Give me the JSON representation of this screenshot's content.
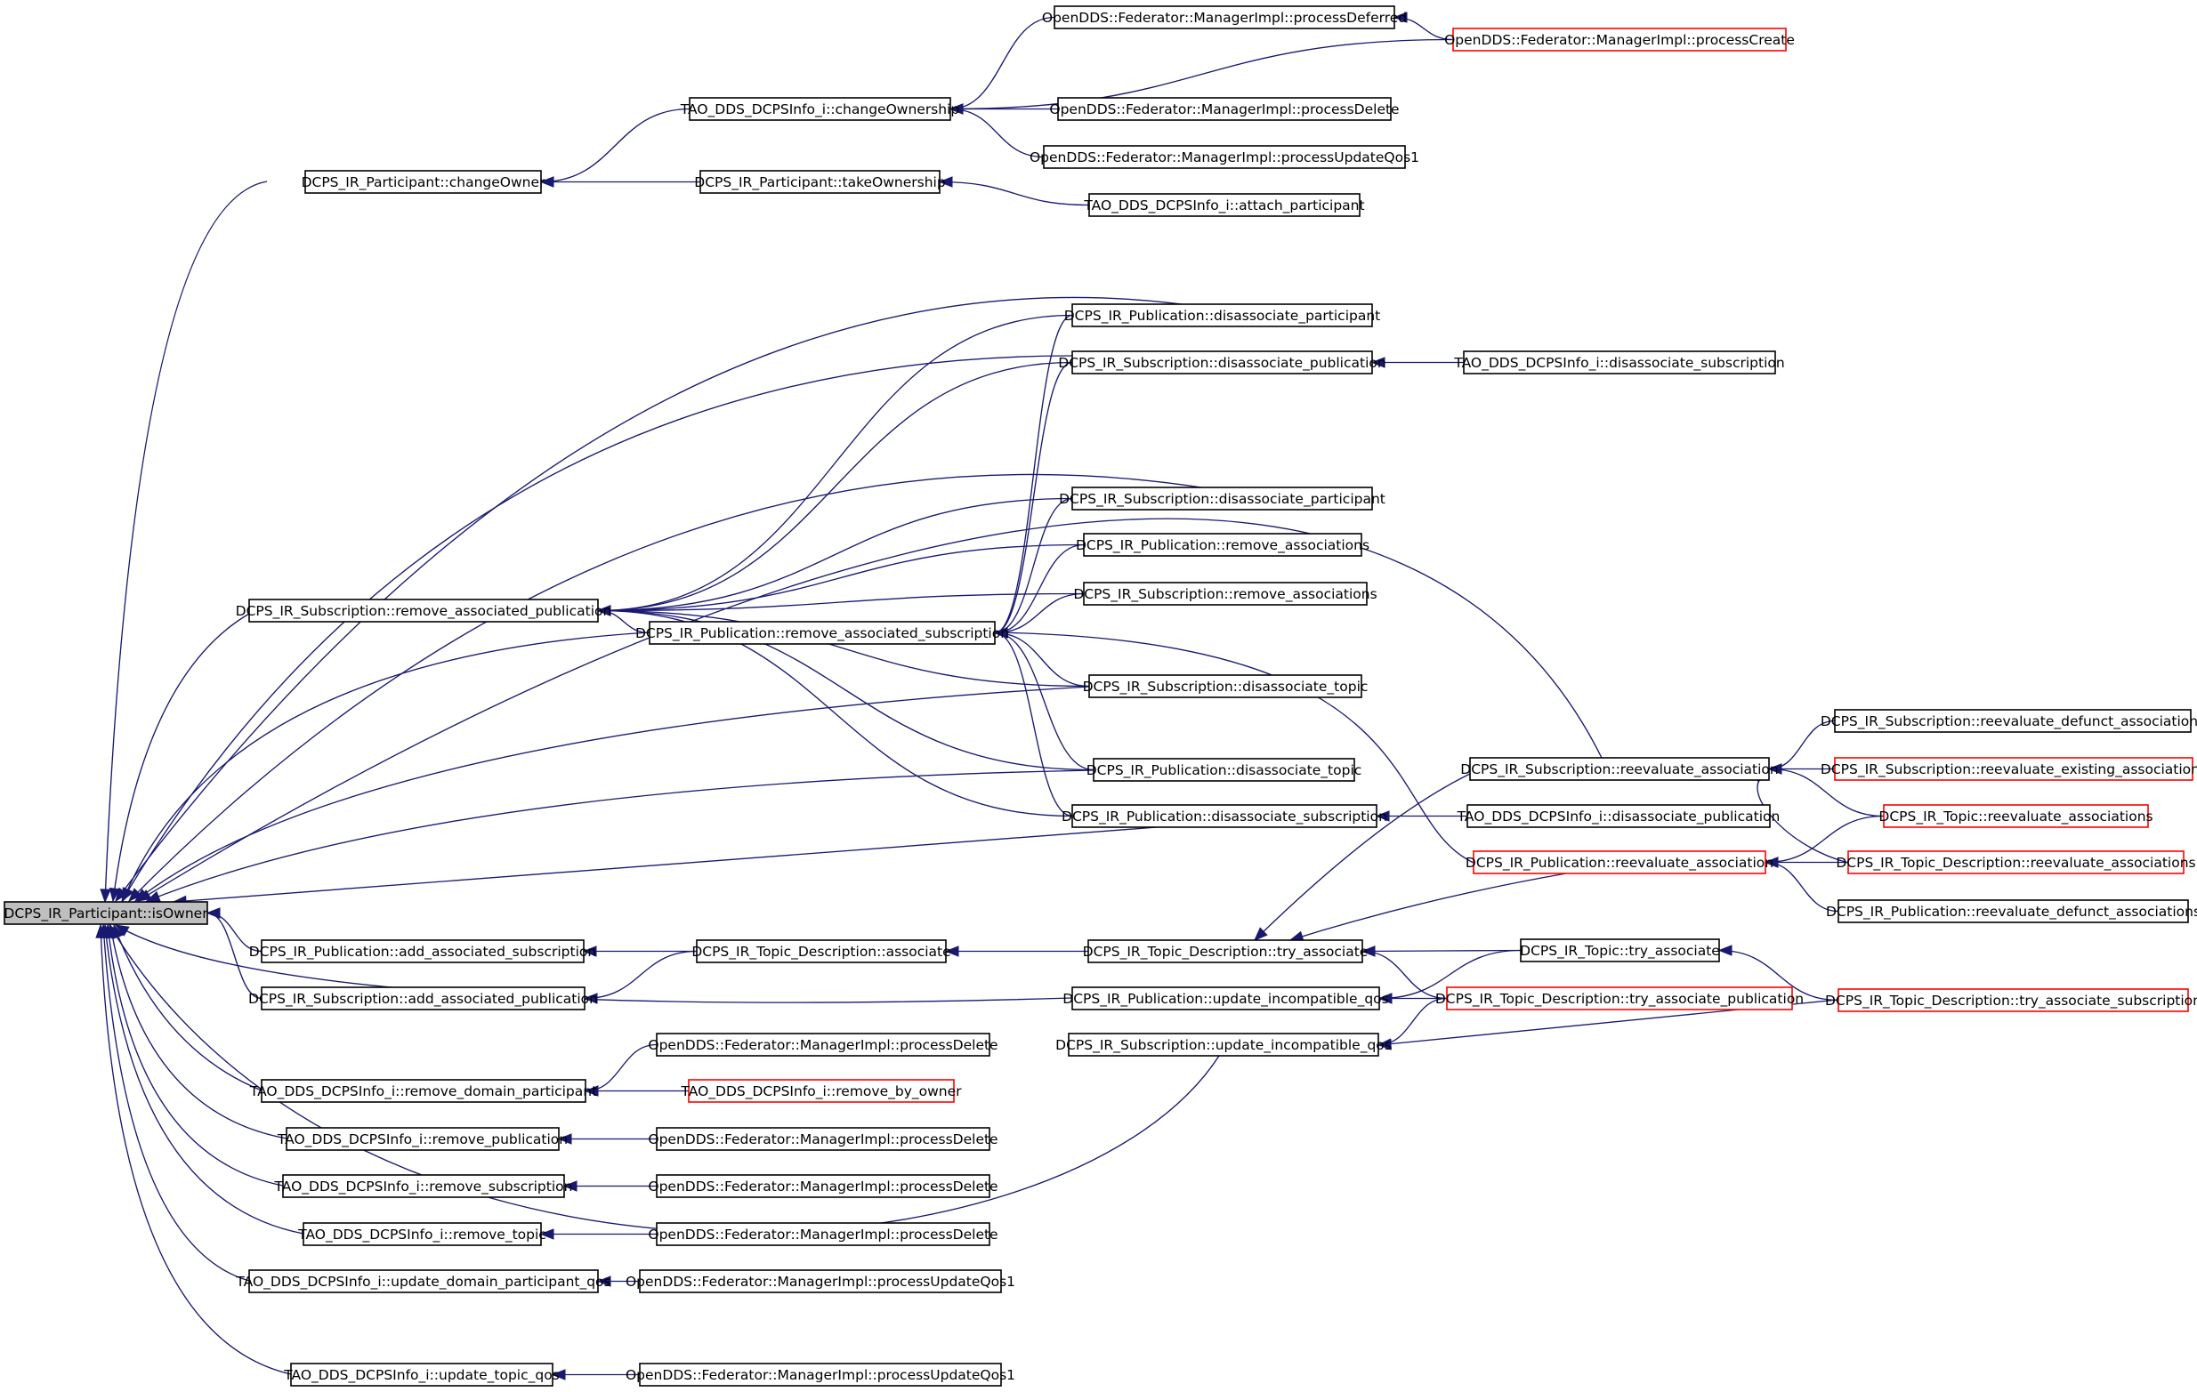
{
  "colors": {
    "edge": "#191970",
    "normal_border": "#000000",
    "truncated_border": "#ff0000",
    "root_fill": "#bfbfbf",
    "node_fill": "#ffffff"
  },
  "graph": {
    "root": "isOwner",
    "nodes": [
      {
        "id": "isOwner",
        "label": "DCPS_IR_Participant::isOwner",
        "style": "root"
      },
      {
        "id": "changeOwner",
        "label": "DCPS_IR_Participant::changeOwner",
        "style": "normal"
      },
      {
        "id": "changeOwnership",
        "label": "TAO_DDS_DCPSInfo_i::changeOwnership",
        "style": "normal"
      },
      {
        "id": "procDeferred",
        "label": "OpenDDS::Federator::ManagerImpl::processDeferred",
        "style": "normal"
      },
      {
        "id": "procCreate",
        "label": "OpenDDS::Federator::ManagerImpl::processCreate",
        "style": "truncated"
      },
      {
        "id": "procDelete1",
        "label": "OpenDDS::Federator::ManagerImpl::processDelete",
        "style": "normal"
      },
      {
        "id": "procUpdQos1a",
        "label": "OpenDDS::Federator::ManagerImpl::processUpdateQos1",
        "style": "normal"
      },
      {
        "id": "takeOwnership",
        "label": "DCPS_IR_Participant::takeOwnership",
        "style": "normal"
      },
      {
        "id": "attachPart",
        "label": "TAO_DDS_DCPSInfo_i::attach_participant",
        "style": "normal"
      },
      {
        "id": "pubDisPart",
        "label": "DCPS_IR_Publication::disassociate_participant",
        "style": "normal"
      },
      {
        "id": "subDisPub",
        "label": "DCPS_IR_Subscription::disassociate_publication",
        "style": "normal"
      },
      {
        "id": "taoDisSub",
        "label": "TAO_DDS_DCPSInfo_i::disassociate_subscription",
        "style": "normal"
      },
      {
        "id": "subDisPart",
        "label": "DCPS_IR_Subscription::disassociate_participant",
        "style": "normal"
      },
      {
        "id": "pubRemAssoc",
        "label": "DCPS_IR_Publication::remove_associations",
        "style": "normal"
      },
      {
        "id": "subRemAssoc",
        "label": "DCPS_IR_Subscription::remove_associations",
        "style": "normal"
      },
      {
        "id": "subRemAssocPub",
        "label": "DCPS_IR_Subscription::remove_associated_publication",
        "style": "normal"
      },
      {
        "id": "pubRemAssocSub",
        "label": "DCPS_IR_Publication::remove_associated_subscription",
        "style": "normal"
      },
      {
        "id": "subDisTopic",
        "label": "DCPS_IR_Subscription::disassociate_topic",
        "style": "normal"
      },
      {
        "id": "pubDisTopic",
        "label": "DCPS_IR_Publication::disassociate_topic",
        "style": "normal"
      },
      {
        "id": "pubDisSub",
        "label": "DCPS_IR_Publication::disassociate_subscription",
        "style": "normal"
      },
      {
        "id": "taoDisPub",
        "label": "TAO_DDS_DCPSInfo_i::disassociate_publication",
        "style": "normal"
      },
      {
        "id": "subReevalAssoc",
        "label": "DCPS_IR_Subscription::reevaluate_association",
        "style": "normal"
      },
      {
        "id": "subReevalDefunct",
        "label": "DCPS_IR_Subscription::reevaluate_defunct_associations",
        "style": "normal"
      },
      {
        "id": "subReevalExisting",
        "label": "DCPS_IR_Subscription::reevaluate_existing_associations",
        "style": "truncated"
      },
      {
        "id": "topicReeval",
        "label": "DCPS_IR_Topic::reevaluate_associations",
        "style": "truncated"
      },
      {
        "id": "pubReevalAssoc",
        "label": "DCPS_IR_Publication::reevaluate_association",
        "style": "truncated"
      },
      {
        "id": "topicDescReeval",
        "label": "DCPS_IR_Topic_Description::reevaluate_associations",
        "style": "truncated"
      },
      {
        "id": "pubReevalDefunct",
        "label": "DCPS_IR_Publication::reevaluate_defunct_associations",
        "style": "normal"
      },
      {
        "id": "pubAddAssocSub",
        "label": "DCPS_IR_Publication::add_associated_subscription",
        "style": "normal"
      },
      {
        "id": "topicDescAssociate",
        "label": "DCPS_IR_Topic_Description::associate",
        "style": "normal"
      },
      {
        "id": "topicDescTryAssoc",
        "label": "DCPS_IR_Topic_Description::try_associate",
        "style": "normal"
      },
      {
        "id": "topicTryAssoc",
        "label": "DCPS_IR_Topic::try_associate",
        "style": "normal"
      },
      {
        "id": "subAddAssocPub",
        "label": "DCPS_IR_Subscription::add_associated_publication",
        "style": "normal"
      },
      {
        "id": "pubUpdIncompat",
        "label": "DCPS_IR_Publication::update_incompatible_qos",
        "style": "normal"
      },
      {
        "id": "tdTryAssocPub",
        "label": "DCPS_IR_Topic_Description::try_associate_publication",
        "style": "truncated"
      },
      {
        "id": "tdTryAssocSub",
        "label": "DCPS_IR_Topic_Description::try_associate_subscription",
        "style": "truncated"
      },
      {
        "id": "subUpdIncompat",
        "label": "DCPS_IR_Subscription::update_incompatible_qos",
        "style": "normal"
      },
      {
        "id": "procDelete2",
        "label": "OpenDDS::Federator::ManagerImpl::processDelete",
        "style": "normal"
      },
      {
        "id": "taoRemDomPart",
        "label": "TAO_DDS_DCPSInfo_i::remove_domain_participant",
        "style": "normal"
      },
      {
        "id": "taoRemByOwner",
        "label": "TAO_DDS_DCPSInfo_i::remove_by_owner",
        "style": "truncated"
      },
      {
        "id": "taoRemPub",
        "label": "TAO_DDS_DCPSInfo_i::remove_publication",
        "style": "normal"
      },
      {
        "id": "procDelete3",
        "label": "OpenDDS::Federator::ManagerImpl::processDelete",
        "style": "normal"
      },
      {
        "id": "taoRemSub",
        "label": "TAO_DDS_DCPSInfo_i::remove_subscription",
        "style": "normal"
      },
      {
        "id": "procDelete4",
        "label": "OpenDDS::Federator::ManagerImpl::processDelete",
        "style": "normal"
      },
      {
        "id": "taoRemTopic",
        "label": "TAO_DDS_DCPSInfo_i::remove_topic",
        "style": "normal"
      },
      {
        "id": "procDelete5",
        "label": "OpenDDS::Federator::ManagerImpl::processDelete",
        "style": "normal"
      },
      {
        "id": "taoUpdDomPartQos",
        "label": "TAO_DDS_DCPSInfo_i::update_domain_participant_qos",
        "style": "normal"
      },
      {
        "id": "procUpdQos1b",
        "label": "OpenDDS::Federator::ManagerImpl::processUpdateQos1",
        "style": "normal"
      },
      {
        "id": "taoUpdTopicQos",
        "label": "TAO_DDS_DCPSInfo_i::update_topic_qos",
        "style": "normal"
      },
      {
        "id": "procUpdQos1c",
        "label": "OpenDDS::Federator::ManagerImpl::processUpdateQos1",
        "style": "normal"
      }
    ],
    "edges": [
      {
        "from": "changeOwner",
        "to": "isOwner"
      },
      {
        "from": "changeOwnership",
        "to": "changeOwner"
      },
      {
        "from": "takeOwnership",
        "to": "changeOwner"
      },
      {
        "from": "procDeferred",
        "to": "changeOwnership"
      },
      {
        "from": "procCreate",
        "to": "changeOwnership"
      },
      {
        "from": "procCreate",
        "to": "procDeferred"
      },
      {
        "from": "procDelete1",
        "to": "changeOwnership"
      },
      {
        "from": "procUpdQos1a",
        "to": "changeOwnership"
      },
      {
        "from": "attachPart",
        "to": "takeOwnership"
      },
      {
        "from": "pubDisPart",
        "to": "isOwner"
      },
      {
        "from": "subDisPub",
        "to": "isOwner"
      },
      {
        "from": "taoDisSub",
        "to": "subDisPub"
      },
      {
        "from": "subDisPart",
        "to": "isOwner"
      },
      {
        "from": "subReevalAssoc",
        "to": "isOwner"
      },
      {
        "from": "subRemAssocPub",
        "to": "isOwner"
      },
      {
        "from": "pubRemAssocSub",
        "to": "isOwner"
      },
      {
        "from": "subDisTopic",
        "to": "isOwner"
      },
      {
        "from": "pubDisTopic",
        "to": "isOwner"
      },
      {
        "from": "pubDisSub",
        "to": "isOwner"
      },
      {
        "from": "pubDisPart",
        "to": "subRemAssocPub"
      },
      {
        "from": "subDisPub",
        "to": "subRemAssocPub"
      },
      {
        "from": "subDisPart",
        "to": "subRemAssocPub"
      },
      {
        "from": "pubRemAssoc",
        "to": "subRemAssocPub"
      },
      {
        "from": "subRemAssoc",
        "to": "subRemAssocPub"
      },
      {
        "from": "pubRemAssocSub",
        "to": "subRemAssocPub"
      },
      {
        "from": "subDisTopic",
        "to": "subRemAssocPub"
      },
      {
        "from": "pubDisTopic",
        "to": "subRemAssocPub"
      },
      {
        "from": "pubDisSub",
        "to": "subRemAssocPub"
      },
      {
        "from": "pubDisPart",
        "to": "pubRemAssocSub"
      },
      {
        "from": "subDisPub",
        "to": "pubRemAssocSub"
      },
      {
        "from": "subDisPart",
        "to": "pubRemAssocSub"
      },
      {
        "from": "pubRemAssoc",
        "to": "pubRemAssocSub"
      },
      {
        "from": "subRemAssoc",
        "to": "pubRemAssocSub"
      },
      {
        "from": "subDisTopic",
        "to": "pubRemAssocSub"
      },
      {
        "from": "pubDisTopic",
        "to": "pubRemAssocSub"
      },
      {
        "from": "pubDisSub",
        "to": "pubRemAssocSub"
      },
      {
        "from": "pubReevalAssoc",
        "to": "pubRemAssocSub"
      },
      {
        "from": "taoDisPub",
        "to": "pubDisSub"
      },
      {
        "from": "subReevalDefunct",
        "to": "subReevalAssoc"
      },
      {
        "from": "subReevalExisting",
        "to": "subReevalAssoc"
      },
      {
        "from": "topicReeval",
        "to": "subReevalAssoc"
      },
      {
        "from": "topicDescReeval",
        "to": "subReevalAssoc"
      },
      {
        "from": "topicReeval",
        "to": "pubReevalAssoc"
      },
      {
        "from": "topicDescReeval",
        "to": "pubReevalAssoc"
      },
      {
        "from": "pubReevalDefunct",
        "to": "pubReevalAssoc"
      },
      {
        "from": "pubAddAssocSub",
        "to": "isOwner"
      },
      {
        "from": "topicDescAssociate",
        "to": "pubAddAssocSub"
      },
      {
        "from": "topicDescAssociate",
        "to": "subAddAssocPub"
      },
      {
        "from": "topicDescTryAssoc",
        "to": "topicDescAssociate"
      },
      {
        "from": "subReevalAssoc",
        "to": "topicDescTryAssoc"
      },
      {
        "from": "pubReevalAssoc",
        "to": "topicDescTryAssoc"
      },
      {
        "from": "topicTryAssoc",
        "to": "topicDescTryAssoc"
      },
      {
        "from": "tdTryAssocPub",
        "to": "topicDescTryAssoc"
      },
      {
        "from": "tdTryAssocSub",
        "to": "topicTryAssoc"
      },
      {
        "from": "subAddAssocPub",
        "to": "isOwner"
      },
      {
        "from": "pubUpdIncompat",
        "to": "isOwner"
      },
      {
        "from": "topicTryAssoc",
        "to": "pubUpdIncompat"
      },
      {
        "from": "tdTryAssocPub",
        "to": "pubUpdIncompat"
      },
      {
        "from": "tdTryAssocPub",
        "to": "subUpdIncompat"
      },
      {
        "from": "tdTryAssocSub",
        "to": "subUpdIncompat"
      },
      {
        "from": "subUpdIncompat",
        "to": "isOwner"
      },
      {
        "from": "taoRemDomPart",
        "to": "isOwner"
      },
      {
        "from": "procDelete2",
        "to": "taoRemDomPart"
      },
      {
        "from": "taoRemByOwner",
        "to": "taoRemDomPart"
      },
      {
        "from": "taoRemPub",
        "to": "isOwner"
      },
      {
        "from": "procDelete3",
        "to": "taoRemPub"
      },
      {
        "from": "taoRemSub",
        "to": "isOwner"
      },
      {
        "from": "procDelete4",
        "to": "taoRemSub"
      },
      {
        "from": "taoRemTopic",
        "to": "isOwner"
      },
      {
        "from": "procDelete5",
        "to": "taoRemTopic"
      },
      {
        "from": "taoUpdDomPartQos",
        "to": "isOwner"
      },
      {
        "from": "procUpdQos1b",
        "to": "taoUpdDomPartQos"
      },
      {
        "from": "taoUpdTopicQos",
        "to": "isOwner"
      },
      {
        "from": "procUpdQos1c",
        "to": "taoUpdTopicQos"
      }
    ]
  }
}
